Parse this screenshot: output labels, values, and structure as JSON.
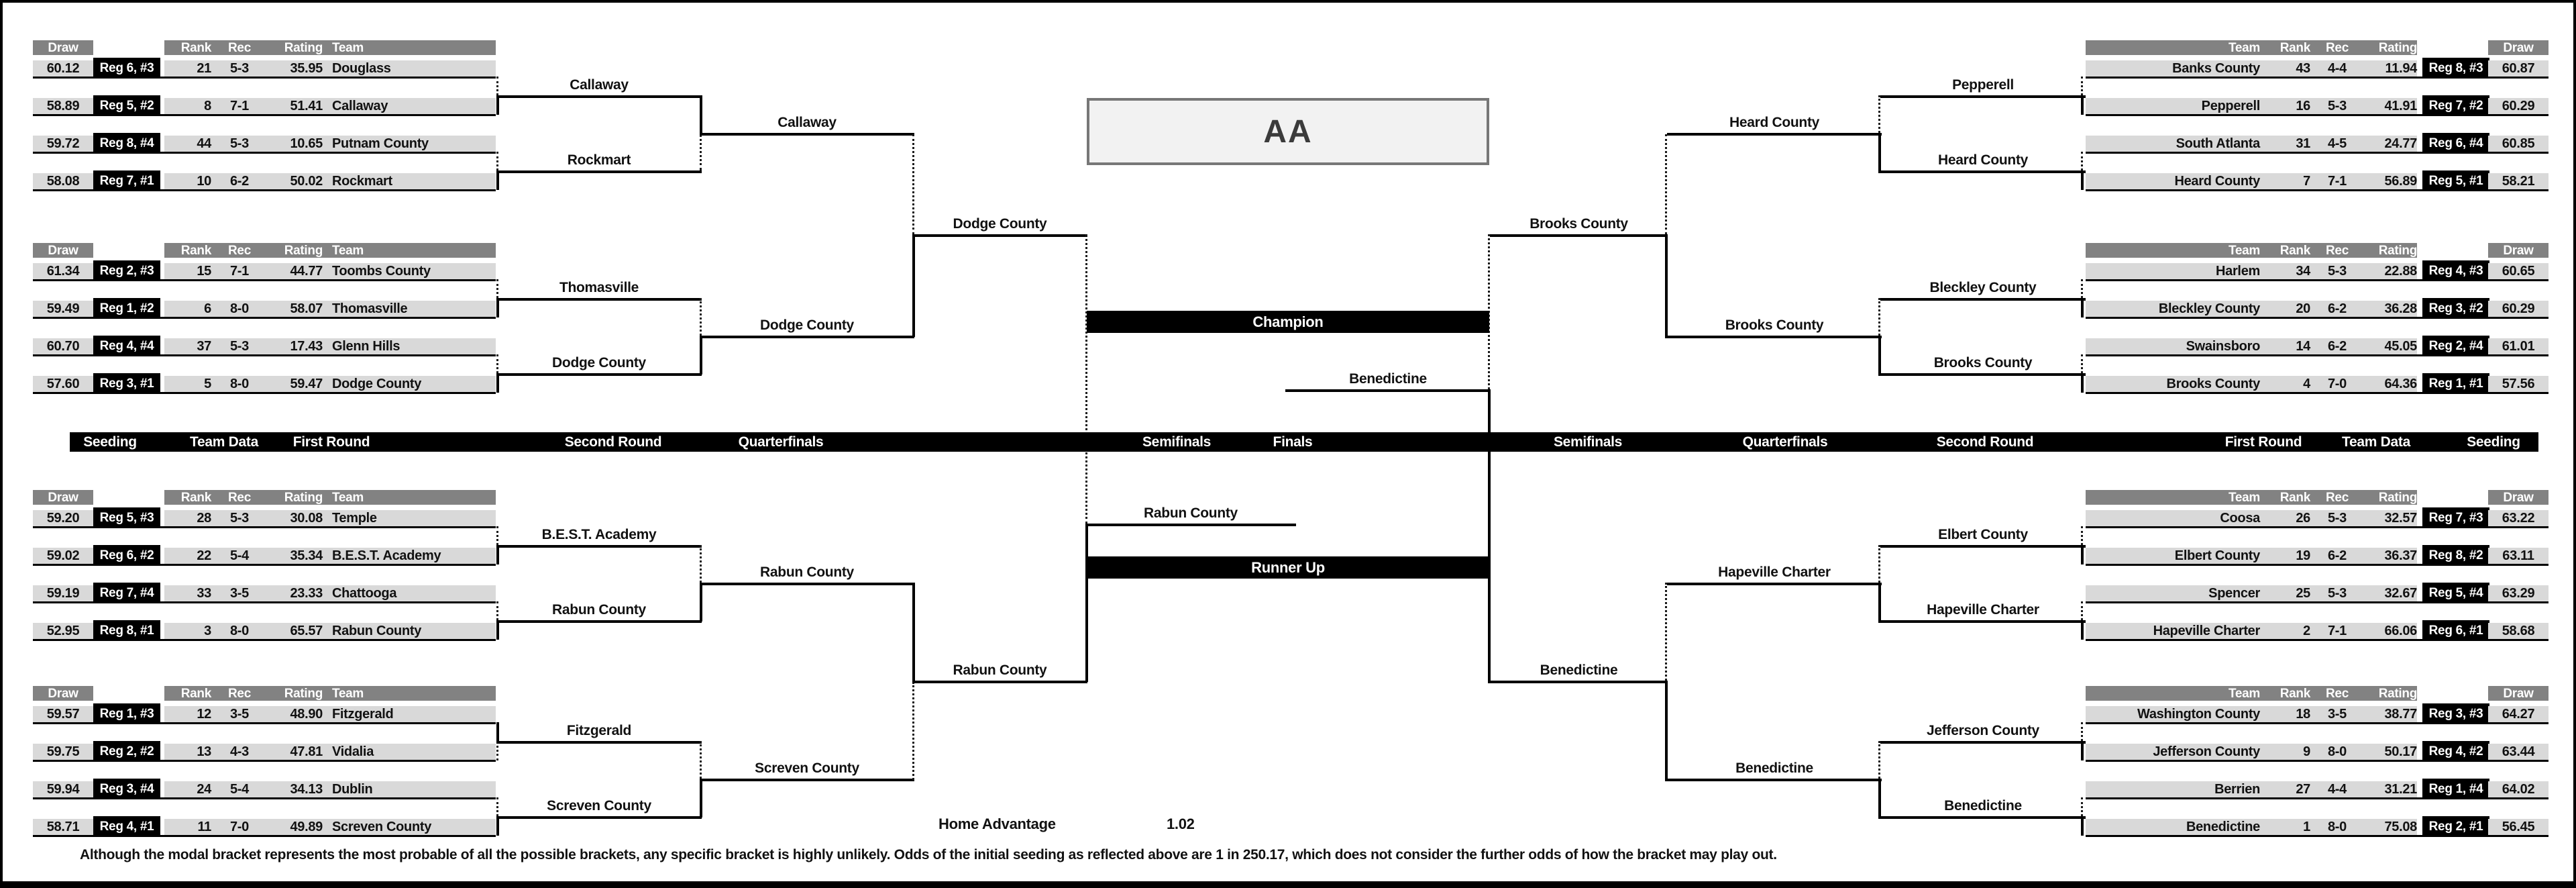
{
  "title": "AA",
  "round_headers": [
    "Seeding",
    "Team Data",
    "First Round",
    "Second Round",
    "Quarterfinals",
    "Semifinals",
    "Finals",
    "Semifinals",
    "Quarterfinals",
    "Second Round",
    "First Round",
    "Team Data",
    "Seeding"
  ],
  "table_headers": {
    "draw": "Draw",
    "rank": "Rank",
    "rec": "Rec",
    "rating": "Rating",
    "team": "Team"
  },
  "groups": [
    {
      "side": "left",
      "rows": [
        {
          "draw": "60.12",
          "seed": "Reg 6, #3",
          "rank": "21",
          "rec": "5-3",
          "rating": "35.95",
          "team": "Douglass"
        },
        {
          "draw": "58.89",
          "seed": "Reg 5, #2",
          "rank": "8",
          "rec": "7-1",
          "rating": "51.41",
          "team": "Callaway"
        },
        {
          "draw": "59.72",
          "seed": "Reg 8, #4",
          "rank": "44",
          "rec": "5-3",
          "rating": "10.65",
          "team": "Putnam County"
        },
        {
          "draw": "58.08",
          "seed": "Reg 7, #1",
          "rank": "10",
          "rec": "6-2",
          "rating": "50.02",
          "team": "Rockmart"
        }
      ]
    },
    {
      "side": "left",
      "rows": [
        {
          "draw": "61.34",
          "seed": "Reg 2, #3",
          "rank": "15",
          "rec": "7-1",
          "rating": "44.77",
          "team": "Toombs County"
        },
        {
          "draw": "59.49",
          "seed": "Reg 1, #2",
          "rank": "6",
          "rec": "8-0",
          "rating": "58.07",
          "team": "Thomasville"
        },
        {
          "draw": "60.70",
          "seed": "Reg 4, #4",
          "rank": "37",
          "rec": "5-3",
          "rating": "17.43",
          "team": "Glenn Hills"
        },
        {
          "draw": "57.60",
          "seed": "Reg 3, #1",
          "rank": "5",
          "rec": "8-0",
          "rating": "59.47",
          "team": "Dodge County"
        }
      ]
    },
    {
      "side": "left",
      "rows": [
        {
          "draw": "59.20",
          "seed": "Reg 5, #3",
          "rank": "28",
          "rec": "5-3",
          "rating": "30.08",
          "team": "Temple"
        },
        {
          "draw": "59.02",
          "seed": "Reg 6, #2",
          "rank": "22",
          "rec": "5-4",
          "rating": "35.34",
          "team": "B.E.S.T. Academy"
        },
        {
          "draw": "59.19",
          "seed": "Reg 7, #4",
          "rank": "33",
          "rec": "3-5",
          "rating": "23.33",
          "team": "Chattooga"
        },
        {
          "draw": "52.95",
          "seed": "Reg 8, #1",
          "rank": "3",
          "rec": "8-0",
          "rating": "65.57",
          "team": "Rabun County"
        }
      ]
    },
    {
      "side": "left",
      "rows": [
        {
          "draw": "59.57",
          "seed": "Reg 1, #3",
          "rank": "12",
          "rec": "3-5",
          "rating": "48.90",
          "team": "Fitzgerald"
        },
        {
          "draw": "59.75",
          "seed": "Reg 2, #2",
          "rank": "13",
          "rec": "4-3",
          "rating": "47.81",
          "team": "Vidalia"
        },
        {
          "draw": "59.94",
          "seed": "Reg 3, #4",
          "rank": "24",
          "rec": "5-4",
          "rating": "34.13",
          "team": "Dublin"
        },
        {
          "draw": "58.71",
          "seed": "Reg 4, #1",
          "rank": "11",
          "rec": "7-0",
          "rating": "49.89",
          "team": "Screven County"
        }
      ]
    },
    {
      "side": "right",
      "rows": [
        {
          "draw": "60.87",
          "seed": "Reg 8, #3",
          "rank": "43",
          "rec": "4-4",
          "rating": "11.94",
          "team": "Banks County"
        },
        {
          "draw": "60.29",
          "seed": "Reg 7, #2",
          "rank": "16",
          "rec": "5-3",
          "rating": "41.91",
          "team": "Pepperell"
        },
        {
          "draw": "60.85",
          "seed": "Reg 6, #4",
          "rank": "31",
          "rec": "4-5",
          "rating": "24.77",
          "team": "South Atlanta"
        },
        {
          "draw": "58.21",
          "seed": "Reg 5, #1",
          "rank": "7",
          "rec": "7-1",
          "rating": "56.89",
          "team": "Heard County"
        }
      ]
    },
    {
      "side": "right",
      "rows": [
        {
          "draw": "60.65",
          "seed": "Reg 4, #3",
          "rank": "34",
          "rec": "5-3",
          "rating": "22.88",
          "team": "Harlem"
        },
        {
          "draw": "60.29",
          "seed": "Reg 3, #2",
          "rank": "20",
          "rec": "6-2",
          "rating": "36.28",
          "team": "Bleckley County"
        },
        {
          "draw": "61.01",
          "seed": "Reg 2, #4",
          "rank": "14",
          "rec": "6-2",
          "rating": "45.05",
          "team": "Swainsboro"
        },
        {
          "draw": "57.56",
          "seed": "Reg 1, #1",
          "rank": "4",
          "rec": "7-0",
          "rating": "64.36",
          "team": "Brooks County"
        }
      ]
    },
    {
      "side": "right",
      "rows": [
        {
          "draw": "63.22",
          "seed": "Reg 7, #3",
          "rank": "26",
          "rec": "5-3",
          "rating": "32.57",
          "team": "Coosa"
        },
        {
          "draw": "63.11",
          "seed": "Reg 8, #2",
          "rank": "19",
          "rec": "6-2",
          "rating": "36.37",
          "team": "Elbert County"
        },
        {
          "draw": "63.29",
          "seed": "Reg 5, #4",
          "rank": "25",
          "rec": "5-3",
          "rating": "32.67",
          "team": "Spencer"
        },
        {
          "draw": "58.68",
          "seed": "Reg 6, #1",
          "rank": "2",
          "rec": "7-1",
          "rating": "66.06",
          "team": "Hapeville Charter"
        }
      ]
    },
    {
      "side": "right",
      "rows": [
        {
          "draw": "64.27",
          "seed": "Reg 3, #3",
          "rank": "18",
          "rec": "3-5",
          "rating": "38.77",
          "team": "Washington County"
        },
        {
          "draw": "63.44",
          "seed": "Reg 4, #2",
          "rank": "9",
          "rec": "8-0",
          "rating": "50.17",
          "team": "Jefferson County"
        },
        {
          "draw": "64.02",
          "seed": "Reg 1, #4",
          "rank": "27",
          "rec": "4-4",
          "rating": "31.21",
          "team": "Berrien"
        },
        {
          "draw": "56.45",
          "seed": "Reg 2, #1",
          "rank": "1",
          "rec": "8-0",
          "rating": "75.08",
          "team": "Benedictine"
        }
      ]
    }
  ],
  "bracket": {
    "left": {
      "first_round_winners": [
        "Callaway",
        "Rockmart",
        "Thomasville",
        "Dodge County",
        "B.E.S.T. Academy",
        "Rabun County",
        "Fitzgerald",
        "Screven County"
      ],
      "second_round_winners": [
        "Callaway",
        "Dodge County",
        "Rabun County",
        "Screven County"
      ],
      "semifinalists": [
        "Dodge County",
        "Rabun County"
      ],
      "finalist": "Rabun County"
    },
    "right": {
      "first_round_winners": [
        "Pepperell",
        "Heard County",
        "Bleckley County",
        "Brooks County",
        "Elbert County",
        "Hapeville Charter",
        "Jefferson County",
        "Benedictine"
      ],
      "second_round_winners": [
        "Heard County",
        "Brooks County",
        "Hapeville Charter",
        "Benedictine"
      ],
      "semifinalists": [
        "Brooks County",
        "Benedictine"
      ],
      "finalist": "Benedictine"
    },
    "champion_label": "Champion",
    "runner_up_label": "Runner Up"
  },
  "home_advantage": {
    "label": "Home Advantage",
    "value": "1.02"
  },
  "footnote": "Although the modal bracket represents the most probable of all the possible brackets, any specific bracket is highly unlikely.  Odds of the initial seeding as reflected above are 1 in 250.17, which does not consider the further odds of how the bracket may play out.",
  "colors": {
    "header_gray": "#828282",
    "row_gray": "#D9D9D9",
    "seed_black": "#000000",
    "bar_black": "#000000",
    "class_box_fill": "#F2F2F2",
    "class_box_border": "#777777"
  }
}
